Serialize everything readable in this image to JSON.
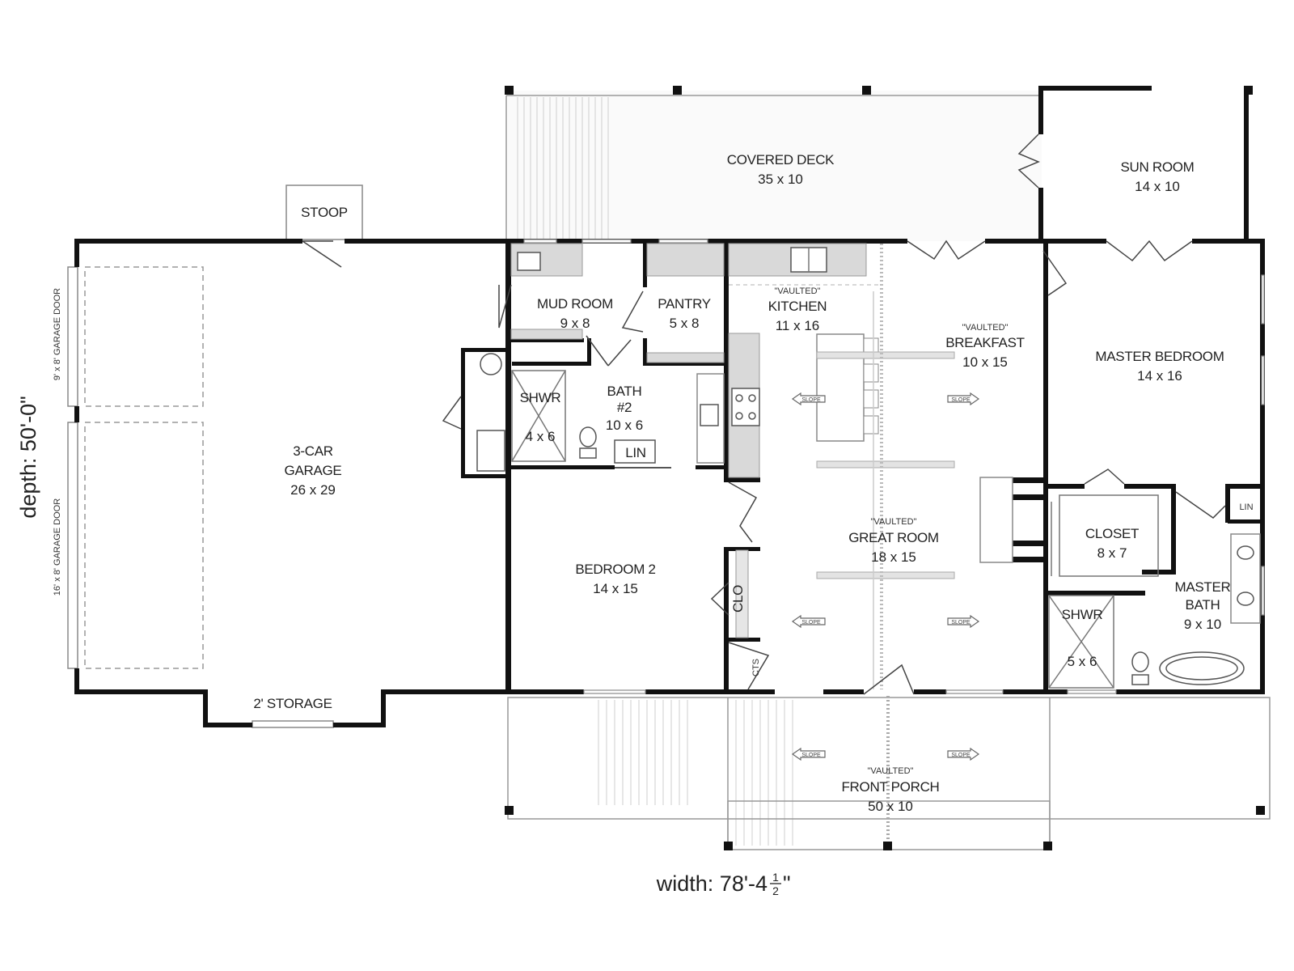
{
  "rooms": {
    "covered_deck": {
      "name": "COVERED DECK",
      "dim": "35 x 10"
    },
    "sun_room": {
      "name": "SUN ROOM",
      "dim": "14 x 10"
    },
    "stoop": {
      "name": "STOOP"
    },
    "garage": {
      "line1": "3-CAR",
      "line2": "GARAGE",
      "dim": "26 x 29"
    },
    "storage": {
      "name": "2' STORAGE"
    },
    "mud_room": {
      "name": "MUD ROOM",
      "dim": "9 x 8"
    },
    "pantry": {
      "name": "PANTRY",
      "dim": "5 x 8"
    },
    "kitchen": {
      "note": "\"VAULTED\"",
      "name": "KITCHEN",
      "dim": "11 x 16"
    },
    "breakfast": {
      "note": "\"VAULTED\"",
      "name": "BREAKFAST",
      "dim": "10 x 15"
    },
    "master_bedroom": {
      "name": "MASTER BEDROOM",
      "dim": "14 x 16"
    },
    "bath2": {
      "line1": "BATH",
      "line2": "#2",
      "dim": "10 x 6"
    },
    "shwr_bath2": {
      "name": "SHWR",
      "dim": "4 x 6"
    },
    "lin_bath2": {
      "name": "LIN"
    },
    "great_room": {
      "note": "\"VAULTED\"",
      "name": "GREAT ROOM",
      "dim": "18 x 15"
    },
    "closet": {
      "name": "CLOSET",
      "dim": "8 x 7"
    },
    "lin_master": {
      "name": "LIN"
    },
    "bedroom2": {
      "name": "BEDROOM 2",
      "dim": "14 x 15"
    },
    "clo": {
      "name": "CLO"
    },
    "cts": {
      "name": "CTS"
    },
    "master_bath": {
      "line1": "MASTER",
      "line2": "BATH",
      "dim": "9 x 10"
    },
    "shwr_master": {
      "name": "SHWR",
      "dim": "5 x 6"
    },
    "front_porch": {
      "note": "\"VAULTED\"",
      "name": "FRONT PORCH",
      "dim": "50 x 10"
    }
  },
  "garage_doors": {
    "left_top": "9' x 8' GARAGE DOOR",
    "left_bottom": "16' x 8' GARAGE DOOR"
  },
  "slope_label": "SLOPE",
  "dimensions": {
    "depth": "depth: 50'-0\"",
    "width": "width: 78'-4",
    "width_frac_num": "1",
    "width_frac_den": "2",
    "width_end": "\""
  }
}
